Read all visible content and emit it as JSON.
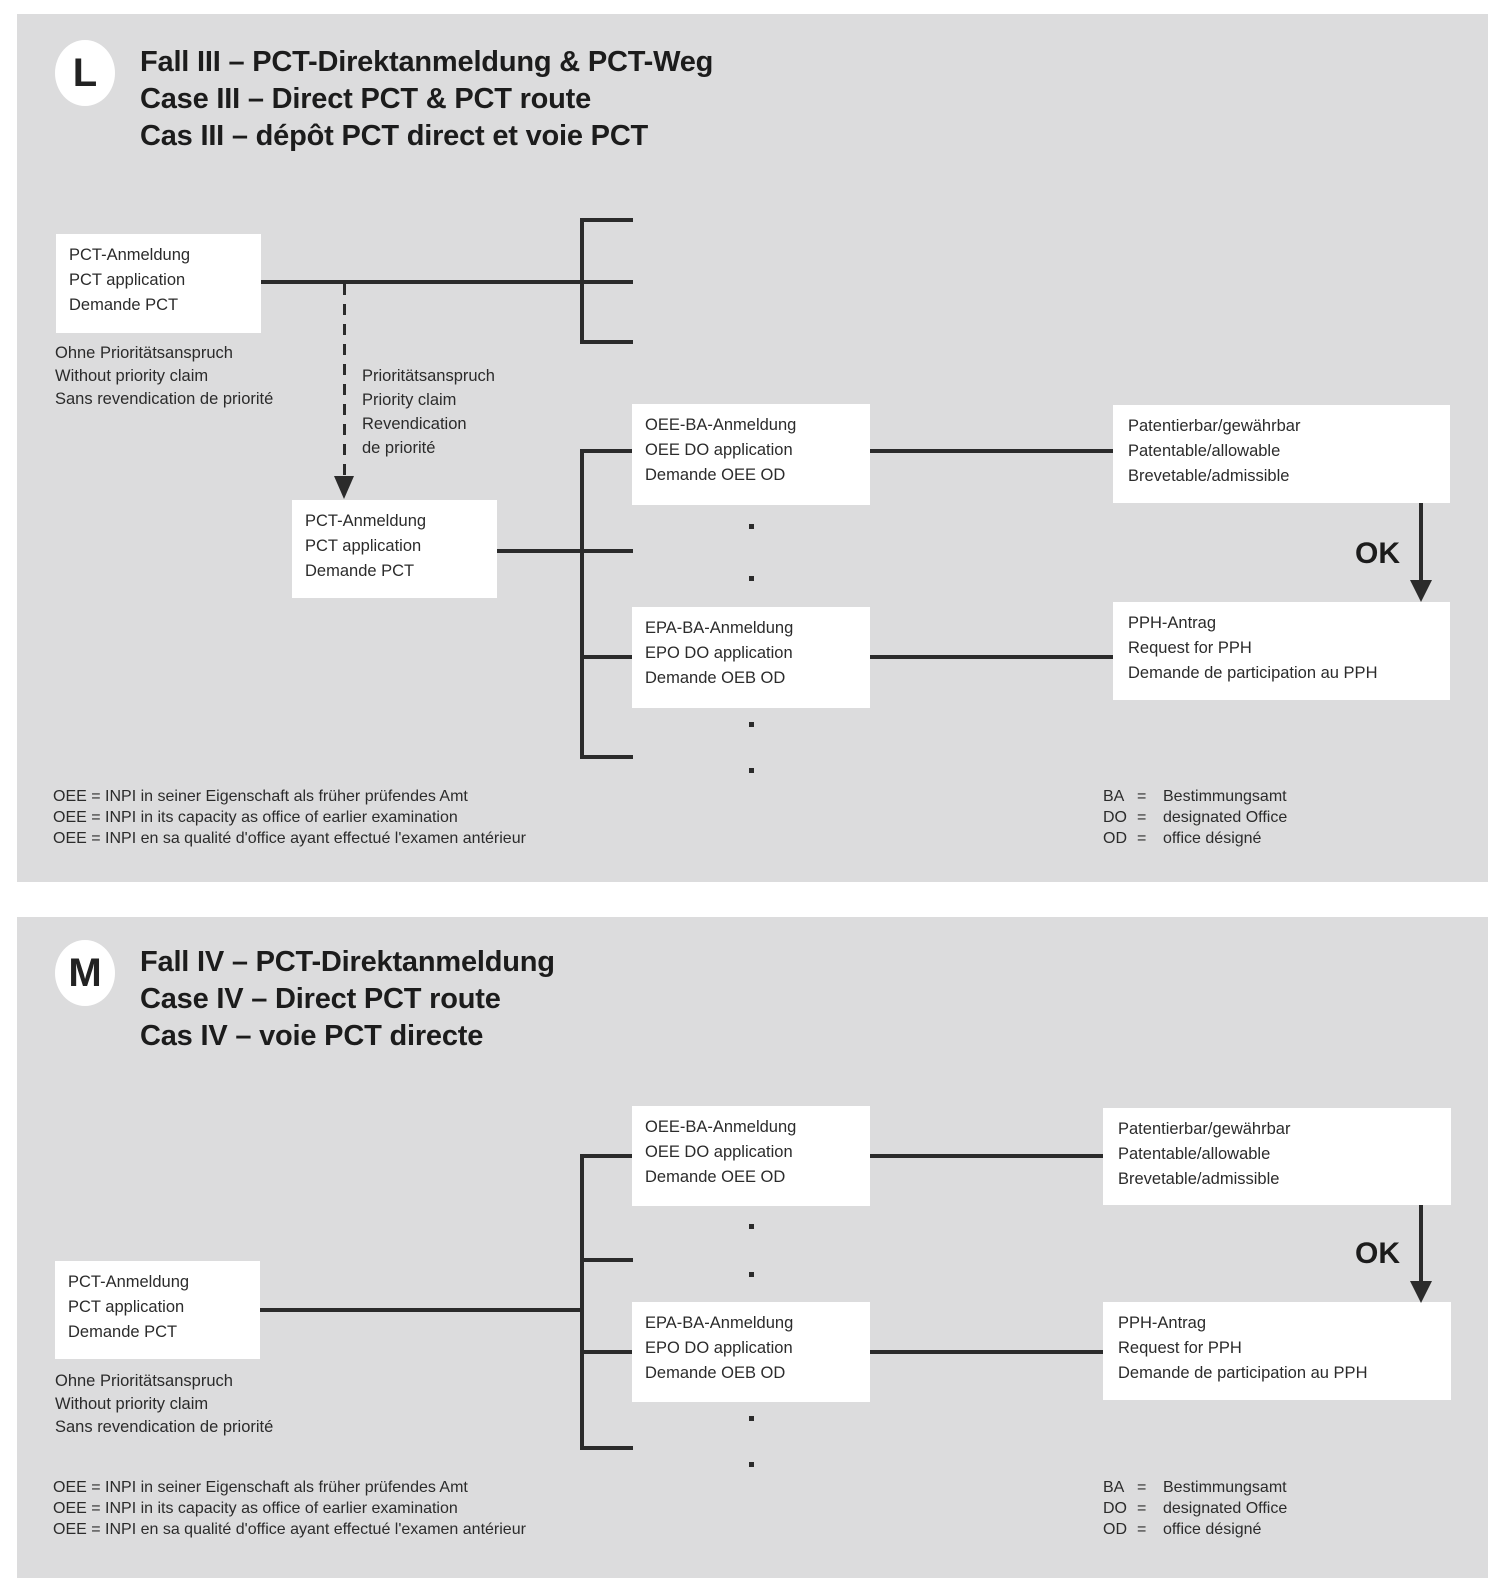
{
  "colors": {
    "panel_bg": "#dcdcdd",
    "line": "#2b2b2b",
    "box_bg": "#ffffff",
    "text": "#2b2b2b"
  },
  "panel_l": {
    "badge": "L",
    "title": [
      "Fall III – PCT-Direktanmeldung & PCT-Weg",
      "Case III – Direct PCT & PCT route",
      "Cas III – dépôt PCT direct et voie PCT"
    ],
    "pct_box_top": [
      "PCT-Anmeldung",
      "PCT application",
      "Demande PCT"
    ],
    "without_priority": [
      "Ohne Prioritätsanspruch",
      "Without priority claim",
      "Sans revendication de priorité"
    ],
    "priority_claim": [
      "Prioritätsanspruch",
      "Priority claim",
      "Revendication",
      "de priorité"
    ],
    "pct_box_lower": [
      "PCT-Anmeldung",
      "PCT application",
      "Demande PCT"
    ],
    "oee_box": [
      "OEE-BA-Anmeldung",
      "OEE DO application",
      "Demande OEE OD"
    ],
    "epa_box": [
      "EPA-BA-Anmeldung",
      "EPO DO application",
      "Demande OEB OD"
    ],
    "patentable_box": [
      "Patentierbar/gewährbar",
      "Patentable/allowable",
      "Brevetable/admissible"
    ],
    "ok_label": "OK",
    "pph_box": [
      "PPH-Antrag",
      "Request for PPH",
      "Demande de participation au PPH"
    ],
    "footnotes_oee": [
      "OEE = INPI in seiner Eigenschaft als früher prüfendes Amt",
      "OEE = INPI in its capacity as office of earlier examination",
      "OEE = INPI en sa qualité d'office ayant effectué l'examen antérieur"
    ],
    "footnotes_abbr": [
      {
        "abbr": "BA",
        "eq": "=",
        "def": "Bestimmungsamt"
      },
      {
        "abbr": "DO",
        "eq": "=",
        "def": "designated Office"
      },
      {
        "abbr": "OD",
        "eq": "=",
        "def": "office désigné"
      }
    ]
  },
  "panel_m": {
    "badge": "M",
    "title": [
      "Fall IV – PCT-Direktanmeldung",
      "Case IV – Direct PCT route",
      "Cas IV – voie PCT directe"
    ],
    "pct_box": [
      "PCT-Anmeldung",
      "PCT application",
      "Demande PCT"
    ],
    "without_priority": [
      "Ohne Prioritätsanspruch",
      "Without priority claim",
      "Sans revendication de priorité"
    ],
    "oee_box": [
      "OEE-BA-Anmeldung",
      "OEE DO application",
      "Demande OEE OD"
    ],
    "epa_box": [
      "EPA-BA-Anmeldung",
      "EPO DO application",
      "Demande OEB OD"
    ],
    "patentable_box": [
      "Patentierbar/gewährbar",
      "Patentable/allowable",
      "Brevetable/admissible"
    ],
    "ok_label": "OK",
    "pph_box": [
      "PPH-Antrag",
      "Request for PPH",
      "Demande de participation au PPH"
    ],
    "footnotes_oee": [
      "OEE = INPI in seiner Eigenschaft als früher prüfendes Amt",
      "OEE = INPI in its capacity as office of earlier examination",
      "OEE = INPI en sa qualité d'office ayant effectué l'examen antérieur"
    ],
    "footnotes_abbr": [
      {
        "abbr": "BA",
        "eq": "=",
        "def": "Bestimmungsamt"
      },
      {
        "abbr": "DO",
        "eq": "=",
        "def": "designated Office"
      },
      {
        "abbr": "OD",
        "eq": "=",
        "def": "office désigné"
      }
    ]
  }
}
